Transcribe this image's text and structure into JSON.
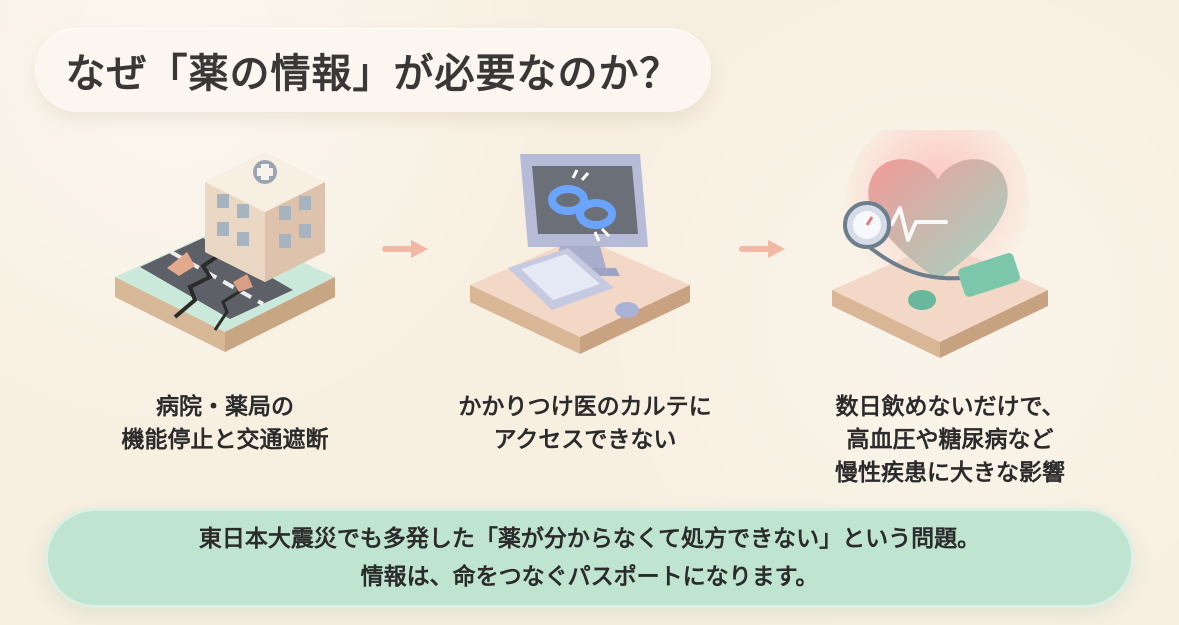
{
  "title": "なぜ「薬の情報」が必要なのか？",
  "steps": [
    {
      "icon": "damaged-hospital-road-icon",
      "caption_lines": [
        "病院・薬局の",
        "機能停止と交通遮断"
      ]
    },
    {
      "icon": "computer-broken-link-icon",
      "caption_lines": [
        "かかりつけ医のカルテに",
        "アクセスできない"
      ]
    },
    {
      "icon": "heart-blood-pressure-icon",
      "caption_lines": [
        "数日飲めないだけで、",
        "高血圧や糖尿病など",
        "慢性疾患に大きな影響"
      ]
    }
  ],
  "message": {
    "lines": [
      "東日本大震災でも多発した「薬が分からなくて処方できない」という問題。",
      "情報は、命をつなぐパスポートになります。"
    ]
  },
  "colors": {
    "background": "#f7efe0",
    "message_bg": "#bfe4d0",
    "arrow": "#f2b8a4",
    "accent_red": "#f48f8f"
  }
}
